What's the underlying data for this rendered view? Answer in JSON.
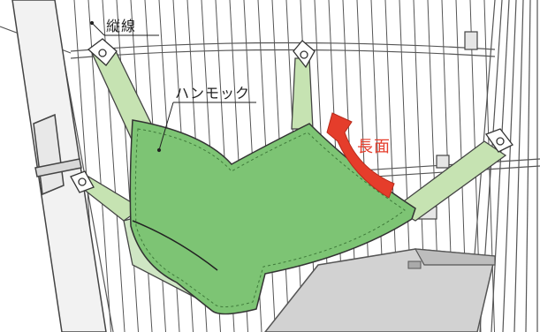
{
  "labels": {
    "vertical_wire": "縦線",
    "hammock": "ハンモック",
    "long_side": "長面"
  },
  "colors": {
    "hammock_fill": "#7dc474",
    "hammock_light": "#cfe6c4",
    "strap_fill": "#c6e3b2",
    "cage_line": "#555555",
    "tray_fill": "#d2d2d2",
    "arrow_red": "#e53d2b"
  },
  "icons": {
    "direction_arrow": "curved-up-arrow-icon"
  }
}
